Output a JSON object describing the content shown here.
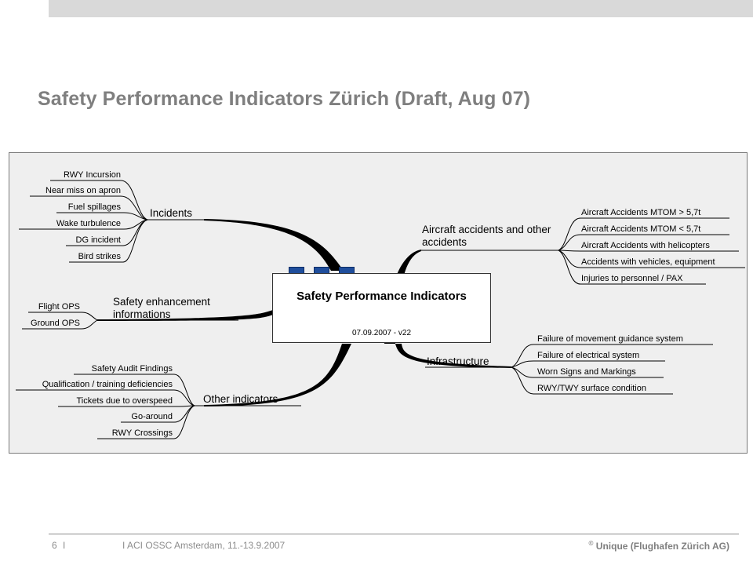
{
  "slide": {
    "title": "Safety Performance Indicators Zürich (Draft, Aug 07)"
  },
  "center": {
    "title": "Safety Performance Indicators",
    "version": "07.09.2007 - v22"
  },
  "branches": {
    "incidents": {
      "label": "Incidents",
      "items": [
        "RWY Incursion",
        "Near miss on apron",
        "Fuel spillages",
        "Wake turbulence",
        "DG incident",
        "Bird strikes"
      ]
    },
    "safety_enhancement": {
      "label": "Safety enhancement informations",
      "items": [
        "Flight OPS",
        "Ground OPS"
      ]
    },
    "other_indicators": {
      "label": "Other indicators",
      "items": [
        "Safety Audit Findings",
        "Qualification / training deficiencies",
        "Tickets due to overspeed",
        "Go-around",
        "RWY Crossings"
      ]
    },
    "aircraft_accidents": {
      "label": "Aircraft accidents and other accidents",
      "items": [
        "Aircraft Accidents MTOM > 5,7t",
        "Aircraft Accidents MTOM < 5,7t",
        "Aircraft Accidents with helicopters",
        "Accidents with vehicles, equipment",
        "Injuries to personnel / PAX"
      ]
    },
    "infrastructure": {
      "label": "Infrastructure",
      "items": [
        "Failure of movement guidance system",
        "Failure of electrical system",
        "Worn Signs and Markings",
        "RWY/TWY surface condition"
      ]
    }
  },
  "footer": {
    "page": "6",
    "separator": "I",
    "event": "I ACI OSSC Amsterdam, 11.-13.9.2007",
    "copyright_symbol": "©",
    "copyright": "Unique (Flughafen Zürich AG)"
  },
  "colors": {
    "title": "#7f7f7f",
    "diagram_bg": "#efefef",
    "button_blue": "#1f4e9c"
  }
}
